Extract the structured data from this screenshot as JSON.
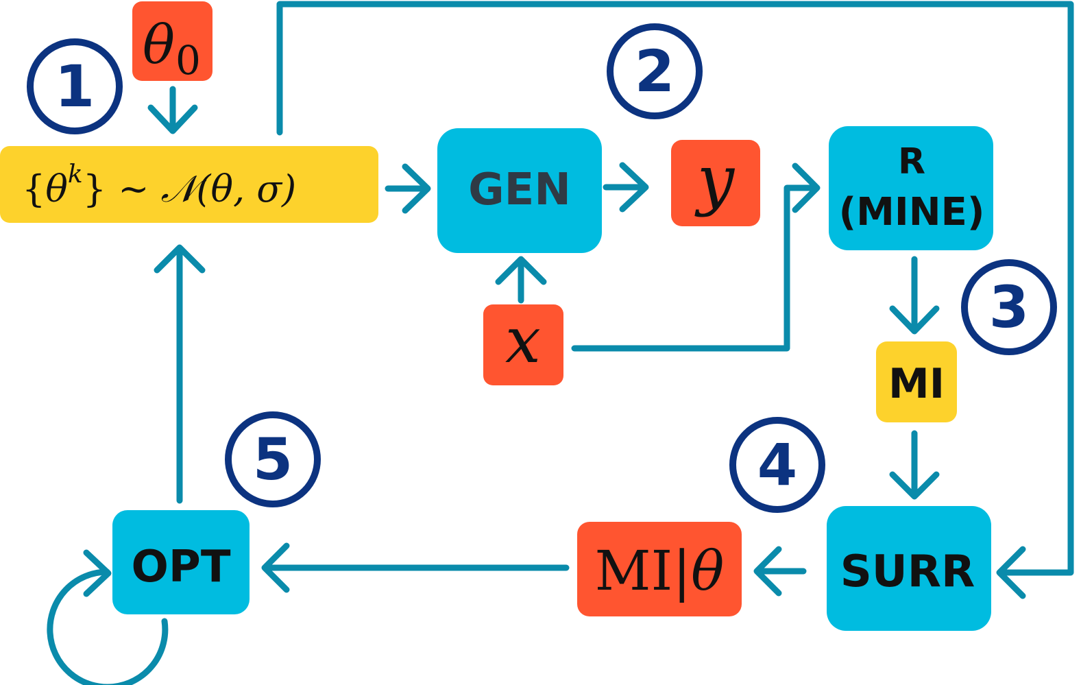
{
  "colors": {
    "edge": "#0a8bab",
    "cyan_box": "#00bce0",
    "orange_box": "#ff5530",
    "yellow_box": "#fdd22c",
    "circle": "#0c3380",
    "gen_text": "#2f3a45",
    "box_text": "#111111"
  },
  "nodes": {
    "theta0": {
      "label_main": "θ",
      "label_sub": "0"
    },
    "sample": {
      "label": "{θ^k} ~ 𝒩(θ, σ)",
      "p1": "{",
      "p2": "θ",
      "p3": "k",
      "p4": "}",
      "p5": " ~ ",
      "p6": "𝒩",
      "p7": "(θ, σ)"
    },
    "gen": {
      "label": "GEN"
    },
    "y": {
      "label": "y"
    },
    "x": {
      "label": "x"
    },
    "r_mine": {
      "line1": "R",
      "line2": "(MINE)"
    },
    "mi": {
      "label": "MI"
    },
    "surr": {
      "label": "SURR"
    },
    "mi_given_theta": {
      "label_main": "MI|",
      "label_theta": "θ"
    },
    "opt": {
      "label": "OPT"
    }
  },
  "steps": {
    "s1": "1",
    "s2": "2",
    "s3": "3",
    "s4": "4",
    "s5": "5"
  }
}
